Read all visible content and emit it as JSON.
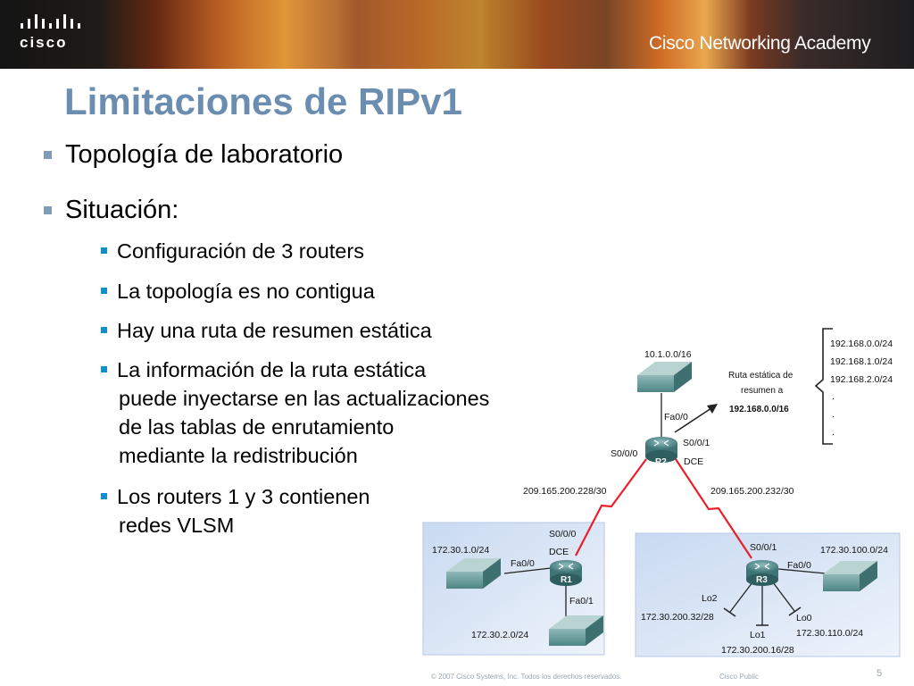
{
  "header": {
    "brand": "cisco",
    "academy": "Cisco Networking Academy"
  },
  "title": "Limitaciones de RIPv1",
  "bullets": [
    {
      "text": "Topología de laboratorio"
    },
    {
      "text": "Situación:"
    }
  ],
  "sub_bullets": [
    {
      "lines": [
        "Configuración de 3 routers"
      ]
    },
    {
      "lines": [
        "La topología es no contigua"
      ]
    },
    {
      "lines": [
        "Hay una ruta de resumen estática"
      ]
    },
    {
      "lines": [
        "La información de la ruta estática",
        "puede inyectarse en las actualizaciones",
        "de las tablas de enrutamiento",
        "mediante la redistribución"
      ]
    },
    {
      "lines": [
        "Los routers 1 y 3 contienen",
        "redes VLSM"
      ]
    }
  ],
  "diagram": {
    "r2_lan": "10.1.0.0/16",
    "r2_fa": "Fa0/0",
    "r2_s000": "S0/0/0",
    "r2_s001": "S0/0/1",
    "r2_dce": "DCE",
    "r2_name": "R2",
    "static_label_1": "Ruta estática de",
    "static_label_2": "resumen a",
    "static_net": "192.168.0.0/16",
    "summary_nets": [
      "192.168.0.0/24",
      "192.168.1.0/24",
      "192.168.2.0/24",
      ".",
      ".",
      "."
    ],
    "link_left": "209.165.200.228/30",
    "link_right": "209.165.200.232/30",
    "r1_name": "R1",
    "r1_s000": "S0/0/0",
    "r1_dce": "DCE",
    "r1_fa00": "Fa0/0",
    "r1_fa01": "Fa0/1",
    "r1_lan1": "172.30.1.0/24",
    "r1_lan2": "172.30.2.0/24",
    "r3_name": "R3",
    "r3_s001": "S0/0/1",
    "r3_fa00": "Fa0/0",
    "r3_lan": "172.30.100.0/24",
    "r3_lo2": "Lo2",
    "r3_lo2_net": "172.30.200.32/28",
    "r3_lo1": "Lo1",
    "r3_lo1_net": "172.30.200.16/28",
    "r3_lo0": "Lo0",
    "r3_lo0_net": "172.30.110.0/24"
  },
  "footer": {
    "copyright": "© 2007 Cisco Systems, Inc. Todos los derechos reservados.",
    "classification": "Cisco Public",
    "page": "5"
  },
  "colors": {
    "title": "#6a8db0",
    "bullet_l1": "#7f9db9",
    "bullet_l2": "#0d8fd1",
    "serial_link": "#e8202a",
    "zone_fill": "#dde8f6"
  }
}
